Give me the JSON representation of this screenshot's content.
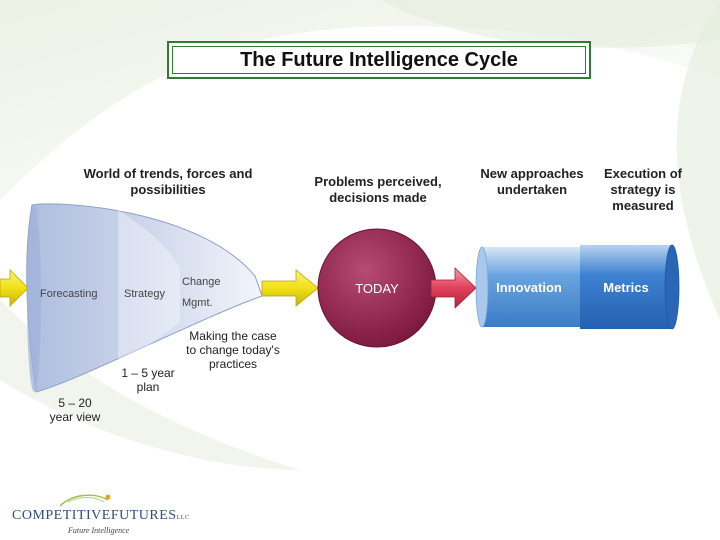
{
  "title": "The Future Intelligence Cycle",
  "headings": {
    "world": "World of trends, forces and possibilities",
    "problems": "Problems perceived, decisions made",
    "new_approaches": "New approaches undertaken",
    "execution": "Execution of strategy is measured"
  },
  "funnel": {
    "forecasting": "Forecasting",
    "strategy": "Strategy",
    "change_line1": "Change",
    "change_line2": "Mgmt."
  },
  "horizons": {
    "long": "5 – 20 year view",
    "plan": "1 – 5 year plan",
    "making_case": "Making the case to change today's practices"
  },
  "today": "TODAY",
  "innovation": "Innovation",
  "metrics": "Metrics",
  "logo": {
    "name": "COMPETITIVEFUTURES",
    "suffix": "LLC",
    "tagline": "Future Intelligence"
  },
  "colors": {
    "title_border": "#2f7d34",
    "arrow_yellow": "#f2e017",
    "arrow_red": "#e0405a",
    "today_circle": "#8a1c46",
    "innovation_blue": "#4f8ed3",
    "metrics_blue": "#2f6fc0"
  }
}
